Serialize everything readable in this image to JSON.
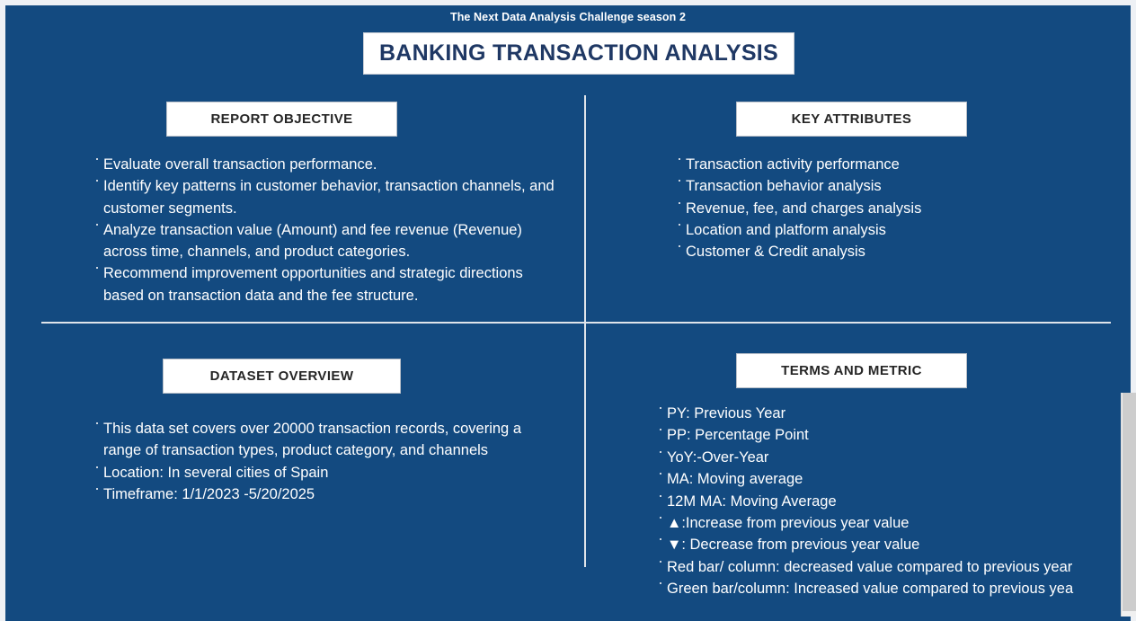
{
  "slide": {
    "eyebrow": "The Next Data Analysis Challenge season 2",
    "title": "BANKING TRANSACTION ANALYSIS",
    "background_color": "#134A80",
    "title_text_color": "#1F3864",
    "header_box_text_color": "#262626",
    "body_text_color": "#FFFFFF",
    "divider_color": "#DFE4EA"
  },
  "sections": {
    "report_objective": {
      "heading": "REPORT OBJECTIVE",
      "items": [
        "Evaluate overall transaction performance.",
        "Identify key patterns in customer behavior, transaction channels, and customer segments.",
        "Analyze transaction value (Amount) and fee revenue (Revenue) across time, channels, and product categories.",
        "Recommend improvement opportunities and strategic directions based on transaction data and the fee structure."
      ]
    },
    "key_attributes": {
      "heading": "KEY ATTRIBUTES",
      "items": [
        "Transaction activity performance",
        "Transaction behavior analysis",
        "Revenue, fee, and charges analysis",
        "Location and platform analysis",
        "Customer & Credit analysis"
      ]
    },
    "dataset_overview": {
      "heading": "DATASET OVERVIEW",
      "items": [
        "This data set covers over 20000 transaction records, covering a range of transaction types, product category, and channels",
        "Location: In several cities of Spain",
        "Timeframe: 1/1/2023 -5/20/2025"
      ]
    },
    "terms_and_metric": {
      "heading": "TERMS AND METRIC",
      "items": [
        "PY: Previous Year",
        "PP: Percentage Point",
        "YoY:-Over-Year",
        "MA: Moving average",
        "12M MA: Moving Average",
        "▲:Increase from previous year value",
        "▼: Decrease from previous year value",
        "Red bar/ column: decreased value compared to previous year",
        "Green bar/column: Increased value compared to previous yea"
      ]
    }
  },
  "scrollbar": {
    "orientation": "vertical",
    "track_color": "#F0F0F0",
    "thumb_color": "#CDCDCD"
  }
}
